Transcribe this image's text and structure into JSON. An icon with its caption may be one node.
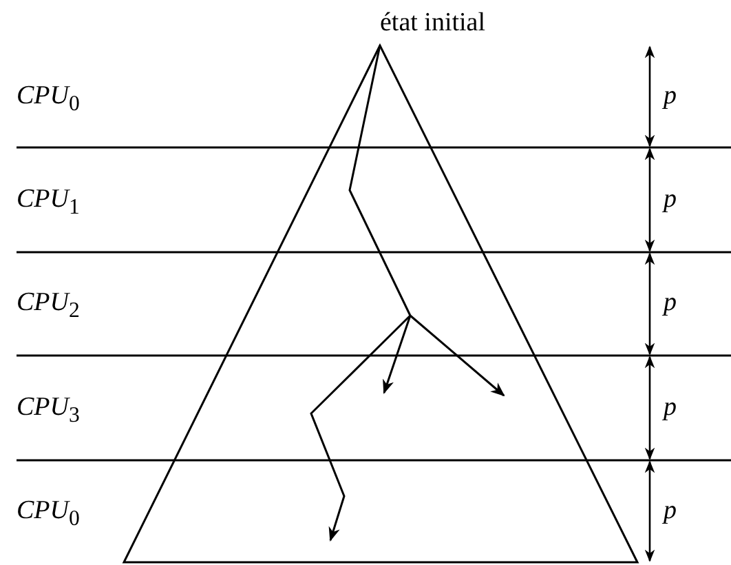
{
  "diagram": {
    "labels": [
      "état initial",
      "*CPU*$_{0}$",
      "*p*",
      "*CPU*$_{1}$",
      "*p*",
      "*CPU*$_{2}$",
      "*p*",
      "*CPU*$_{3}$",
      "*p*",
      "*CPU*$_{0}$",
      "*p*"
    ]
  }
}
